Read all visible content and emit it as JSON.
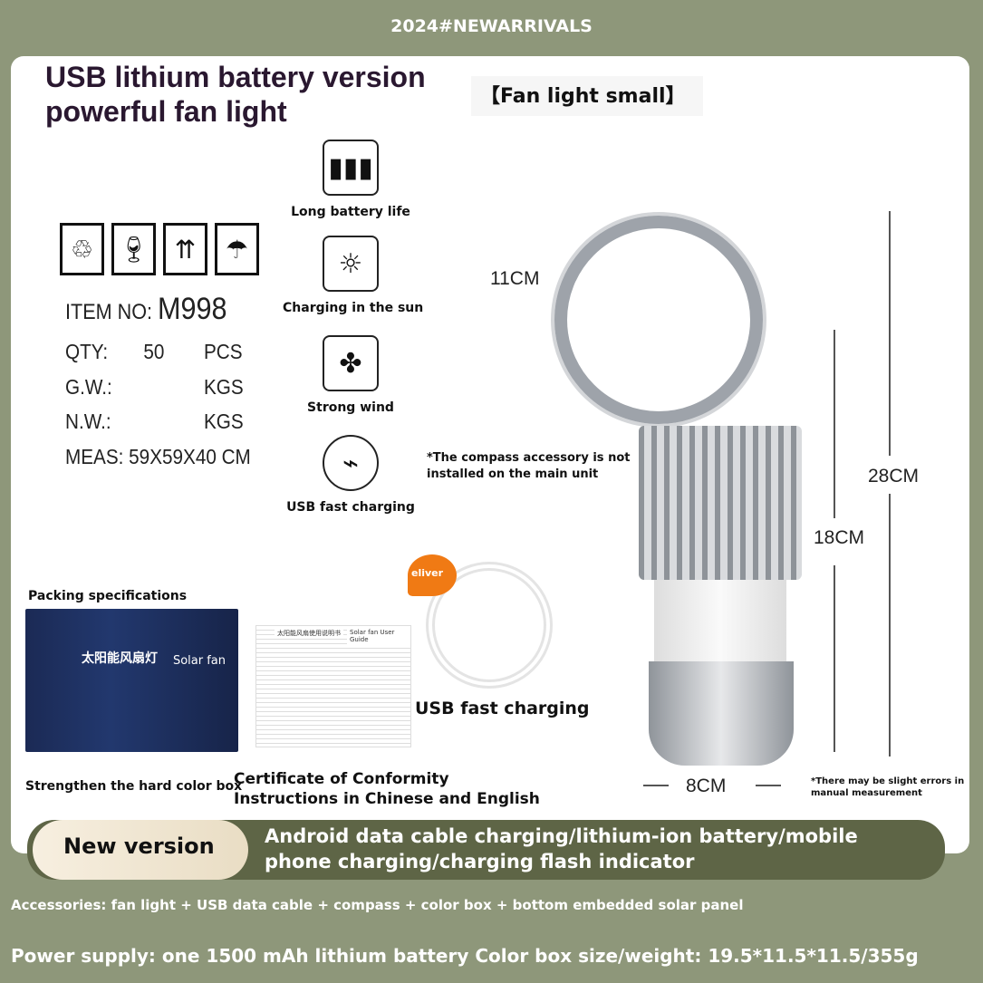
{
  "top_tag": "2024#NEWARRIVALS",
  "title_line1": "USB lithium battery version",
  "title_line2": "powerful fan light",
  "subtitle": "【Fan light small】",
  "packing_icons": [
    "recycle-icon",
    "fragile-glass-icon",
    "this-way-up-icon",
    "keep-dry-umbrella-icon"
  ],
  "specs": {
    "item_label": "ITEM NO:",
    "item_value": "M998",
    "qty_label": "QTY:",
    "qty_value": "50",
    "qty_unit": "PCS",
    "gw_label": "G.W.:",
    "gw_unit": "KGS",
    "nw_label": "N.W.:",
    "nw_unit": "KGS",
    "meas_label": "MEAS:",
    "meas_value": "59X59X40 CM"
  },
  "features": [
    {
      "icon": "battery-icon",
      "label": "Long battery life"
    },
    {
      "icon": "sun-charging-icon",
      "label": "Charging in the sun"
    },
    {
      "icon": "fan-icon",
      "label": "Strong wind"
    },
    {
      "icon": "usb-cable-icon",
      "label": "USB fast charging"
    }
  ],
  "packing_label": "Packing specifications",
  "box_caption": "Strengthen the hard color box",
  "box_text_cn": "太阳能风扇灯",
  "box_text_en": "Solar fan",
  "manual_title_cn": "太阳能风扇使用说明书",
  "manual_title_en": "Solar fan User Guide",
  "manual_caption_1": "Certificate of Conformity",
  "manual_caption_2": "Instructions in Chinese and English",
  "deliver_badge": "eliver",
  "cable_caption": "USB fast charging",
  "compass_note_1": "*The compass accessory is not",
  "compass_note_2": "installed on the main unit",
  "dimensions": {
    "fan": "11CM",
    "total": "28CM",
    "body": "18CM",
    "width": "8CM"
  },
  "error_note_1": "*There may be slight errors in",
  "error_note_2": "manual measurement",
  "banner": {
    "pill": "New version",
    "text1": "Android data cable charging/lithium-ion battery/mobile",
    "text2": "phone charging/charging flash indicator"
  },
  "accessories": "Accessories: fan light + USB data cable + compass + color box + bottom embedded solar panel",
  "power": "Power supply: one 1500 mAh lithium battery Color box size/weight: 19.5*11.5*11.5/355g",
  "colors": {
    "background": "#8e977a",
    "banner": "#5e6546",
    "title": "#2a1830",
    "badge": "#f07a14"
  }
}
